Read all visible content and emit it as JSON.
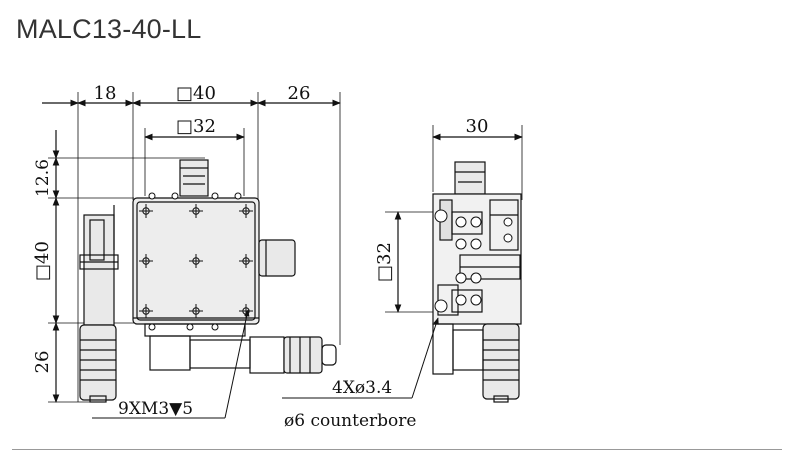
{
  "title": "MALC13-40-LL",
  "dimensions": {
    "top_left": "18",
    "top_width": "□40",
    "top_inner": "□32",
    "top_right": "26",
    "left_upper": "12.6",
    "left_middle": "□40",
    "left_lower": "26",
    "side_top": "30",
    "side_height": "□32"
  },
  "callouts": {
    "tapped_holes": "9XM3▼5",
    "bore_count": "4Xø3.4",
    "bore_note": "ø6 counterbore"
  },
  "colors": {
    "line": "#111111",
    "part": "#e9e9e9",
    "title": "#333333"
  }
}
